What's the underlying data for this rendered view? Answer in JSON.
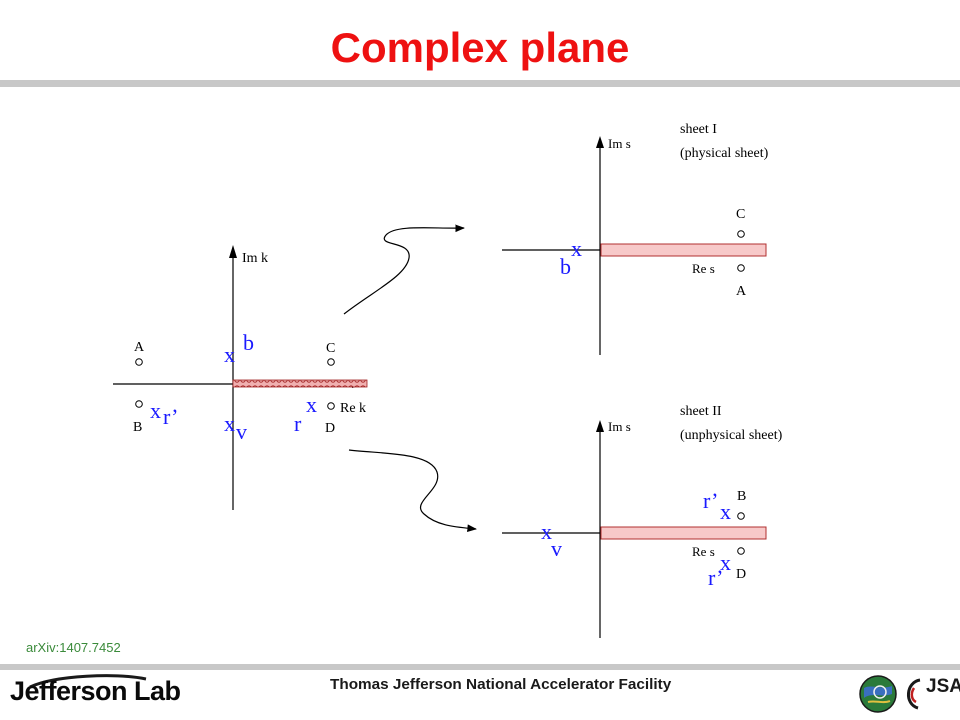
{
  "header": {
    "title": "Complex plane"
  },
  "reference": "arXiv:1407.7452",
  "footer": {
    "lab_name": "Jefferson Lab",
    "facility": "Thomas Jefferson National Accelerator Facility",
    "partner_logo": "JSA"
  },
  "k_plane": {
    "imag_axis": "Im k",
    "real_axis": "Re k",
    "poles": {
      "A": "A",
      "B": "B",
      "C": "C",
      "D": "D"
    },
    "marks": {
      "b_x": "x",
      "b": "b",
      "v_x": "x",
      "v": "v",
      "r_x": "x",
      "r": "r",
      "rp_x": "x",
      "rp": "r’"
    }
  },
  "sheet_one": {
    "title_line1": "sheet I",
    "title_line2": "(physical sheet)",
    "imag_axis": "Im s",
    "real_axis": "Re s",
    "poles": {
      "C": "C",
      "A": "A"
    },
    "marks": {
      "b_x": "x",
      "b": "b"
    }
  },
  "sheet_two": {
    "title_line1": "sheet II",
    "title_line2": "(unphysical sheet)",
    "imag_axis": "Im s",
    "real_axis": "Re s",
    "poles": {
      "B": "B",
      "D": "D"
    },
    "marks": {
      "v_x": "x",
      "v": "v",
      "rp_top_x": "x",
      "rp_top": "r’",
      "rp_bot_x": "x",
      "rp_bot": "r’"
    }
  },
  "colors": {
    "title": "#ee1111",
    "marks": "#1a1aff",
    "cut_fill": "#f7c9c9",
    "cut_stroke": "#b03030",
    "reference": "#3a8a3a"
  },
  "icons": [
    "jefferson-lab-logo",
    "doe-globe-logo",
    "jsa-logo"
  ]
}
